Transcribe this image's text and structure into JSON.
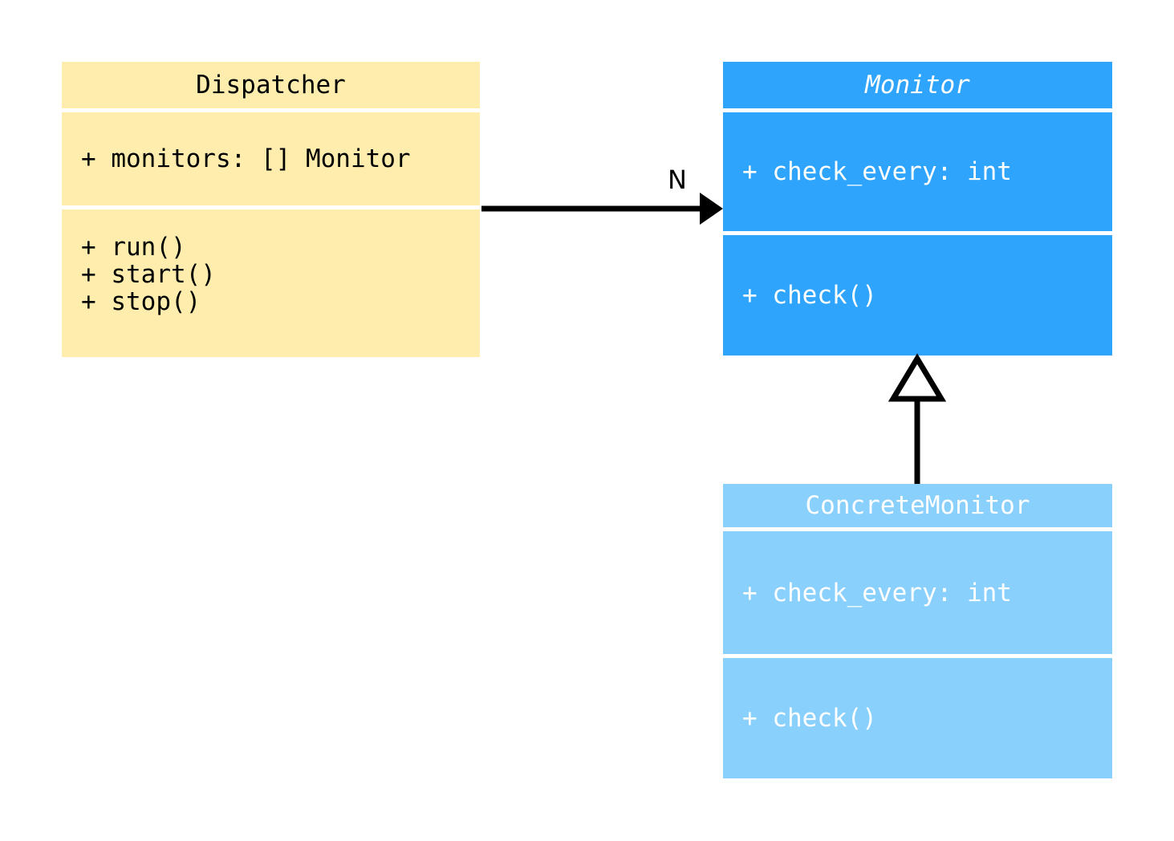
{
  "diagram": {
    "title": "Monitor dispatcher UML class diagram",
    "type": "uml-class-diagram",
    "background_color": "#ffffff"
  },
  "classes": [
    {
      "id": "dispatcher",
      "name": "Dispatcher",
      "stereotype": "",
      "abstract": false,
      "fill_color": "#feedad",
      "text_color": "#000000",
      "attributes": [
        "+ monitors: [] Monitor"
      ],
      "methods": [
        "+ run()",
        "+ start()",
        "+ stop()"
      ]
    },
    {
      "id": "monitor",
      "name": "Monitor",
      "stereotype": "",
      "abstract": true,
      "fill_color": "#2fa4fc",
      "text_color": "#ffffff",
      "attributes": [
        "+ check_every: int"
      ],
      "methods": [
        "+ check()"
      ]
    },
    {
      "id": "concrete_monitor",
      "name": "ConcreteMonitor",
      "stereotype": "",
      "abstract": false,
      "fill_color": "#8ad0fd",
      "text_color": "#ffffff",
      "attributes": [
        "+ check_every: int"
      ],
      "methods": [
        "+ check()"
      ]
    }
  ],
  "relationships": [
    {
      "id": "dispatcher-monitor",
      "kind": "association",
      "from": "Dispatcher",
      "to": "Monitor",
      "label": "N",
      "arrow": "filled-arrow",
      "line": "solid",
      "color": "#000000"
    },
    {
      "id": "concrete-monitor-inherits",
      "kind": "generalization",
      "from": "ConcreteMonitor",
      "to": "Monitor",
      "label": "",
      "arrow": "hollow-triangle",
      "line": "solid",
      "color": "#000000"
    }
  ]
}
